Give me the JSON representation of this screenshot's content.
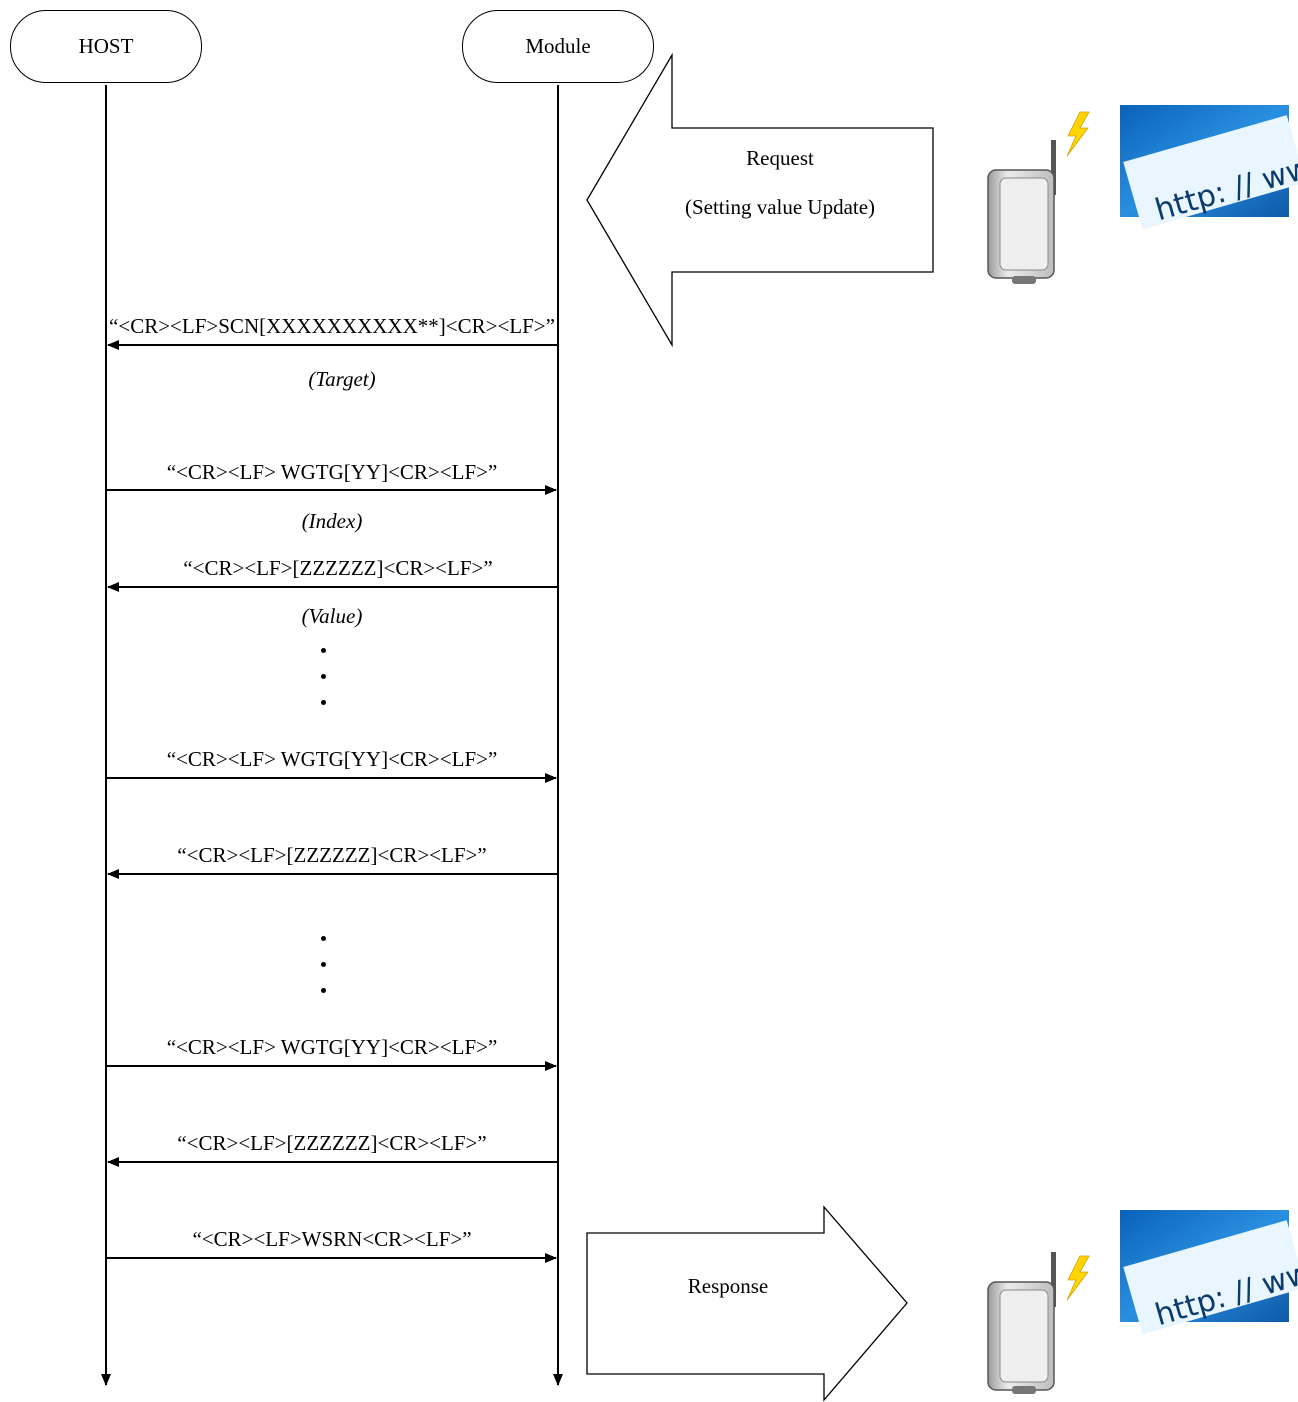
{
  "actors": {
    "host": "HOST",
    "module": "Module"
  },
  "request_arrow": {
    "line1": "Request",
    "line2": "(Setting value Update)"
  },
  "response_arrow": {
    "label": "Response"
  },
  "messages": [
    {
      "text": "“<CR><LF>SCN[XXXXXXXXXX**]<CR><LF>”",
      "direction": "module-to-host",
      "note": "(Target)"
    },
    {
      "text": "“<CR><LF> WGTG[YY]<CR><LF>”",
      "direction": "host-to-module",
      "note": "(Index)"
    },
    {
      "text": "“<CR><LF>[ZZZZZZ]<CR><LF>”",
      "direction": "module-to-host",
      "note": "(Value)"
    },
    {
      "text": "“<CR><LF> WGTG[YY]<CR><LF>”",
      "direction": "host-to-module",
      "note": ""
    },
    {
      "text": "“<CR><LF>[ZZZZZZ]<CR><LF>”",
      "direction": "module-to-host",
      "note": ""
    },
    {
      "text": "“<CR><LF> WGTG[YY]<CR><LF>”",
      "direction": "host-to-module",
      "note": ""
    },
    {
      "text": "“<CR><LF>[ZZZZZZ]<CR><LF>”",
      "direction": "module-to-host",
      "note": ""
    },
    {
      "text": "“<CR><LF>WSRN<CR><LF>”",
      "direction": "host-to-module",
      "note": ""
    }
  ],
  "illustrations": {
    "url_banner_text": "http: // ww",
    "icons": [
      "router-icon",
      "lightning-icon",
      "url-banner-icon"
    ]
  }
}
